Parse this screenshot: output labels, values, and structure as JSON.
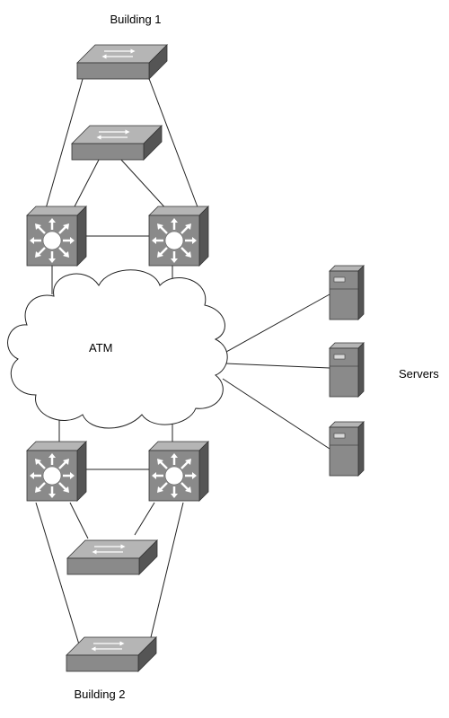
{
  "labels": {
    "building1": "Building 1",
    "building2": "Building 2",
    "atm": "ATM",
    "servers": "Servers"
  },
  "icons": {
    "workgroup_switch": "workgroup-switch-icon",
    "multilayer_switch": "multilayer-switch-icon",
    "server": "server-icon",
    "cloud": "atm-cloud-icon"
  },
  "colors": {
    "device_fill": "#8a8a8a",
    "device_top": "#b5b5b5",
    "device_side": "#555555",
    "line": "#222222",
    "cloud_fill": "#ffffff"
  }
}
